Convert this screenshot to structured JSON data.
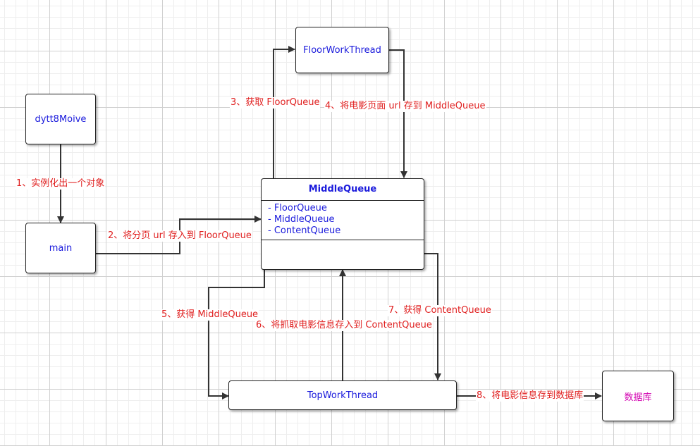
{
  "nodes": {
    "dytt8moive": "dytt8Moive",
    "main": "main",
    "floor_work_thread": "FloorWorkThread",
    "top_work_thread": "TopWorkThread",
    "database": "数据库"
  },
  "middle_queue": {
    "title": "MiddleQueue",
    "attributes": [
      "- FloorQueue",
      "- MiddleQueue",
      "- ContentQueue"
    ]
  },
  "edge_labels": {
    "step1": "1、实例化出一个对象",
    "step2": "2、将分页 url 存入到 FloorQueue",
    "step3": "3、获取 FloorQueue",
    "step4": "4、将电影页面 url 存到 MiddleQueue",
    "step5": "5、获得 MiddleQueue",
    "step6": "6、将抓取电影信息存入到 ContentQueue",
    "step7": "7、获得 ContentQueue",
    "step8": "8、将电影信息存到数据库"
  },
  "colors": {
    "node_text": "#1a1adc",
    "label_text": "#e02020",
    "database_text": "#d200b0",
    "edge": "#333333"
  }
}
